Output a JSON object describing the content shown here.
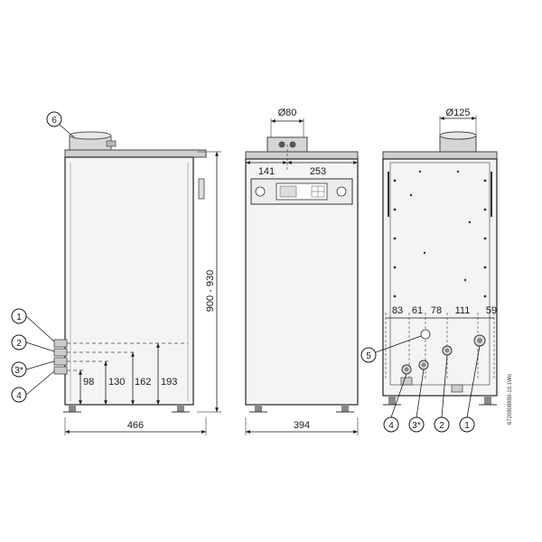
{
  "side_view": {
    "callouts": [
      "6",
      "1",
      "2",
      "3*",
      "4"
    ],
    "dims": {
      "total_width": "466",
      "height_range": "900 - 930",
      "d98": "98",
      "d130": "130",
      "d162": "162",
      "d193": "193"
    }
  },
  "front_view": {
    "flue_diameter": "Ø80",
    "offset_left": "141",
    "offset_right": "253",
    "total_width": "394"
  },
  "rear_view": {
    "flue_diameter": "Ø125",
    "spacing": [
      "83",
      "61",
      "78",
      "111",
      "59"
    ],
    "callout_5": "5",
    "bottom_callouts": [
      "4",
      "3*",
      "2",
      "1"
    ]
  },
  "figure_code": "6720808859-10.1Wo"
}
